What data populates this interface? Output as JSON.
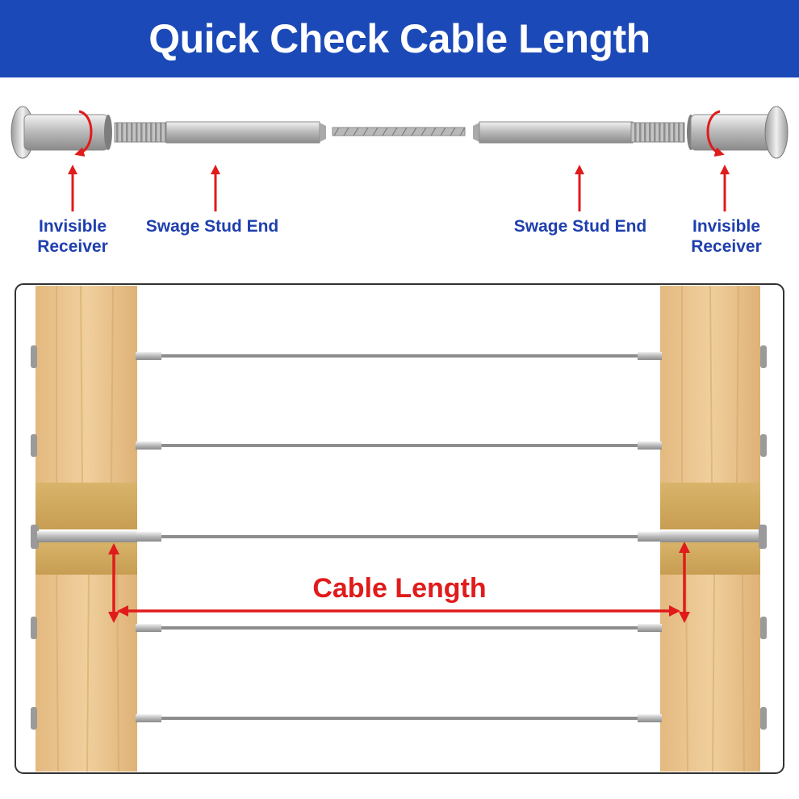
{
  "title": "Quick Check Cable Length",
  "labels": {
    "left_receiver": "Invisible\nReceiver",
    "left_stud": "Swage Stud End",
    "right_stud": "Swage Stud End",
    "right_receiver": "Invisible\nReceiver",
    "cable_length": "Cable Length"
  },
  "colors": {
    "banner": "#1c49b8",
    "label_text": "#1f3fae",
    "arrow": "#e01b1b",
    "wood": "#e8c48f"
  }
}
